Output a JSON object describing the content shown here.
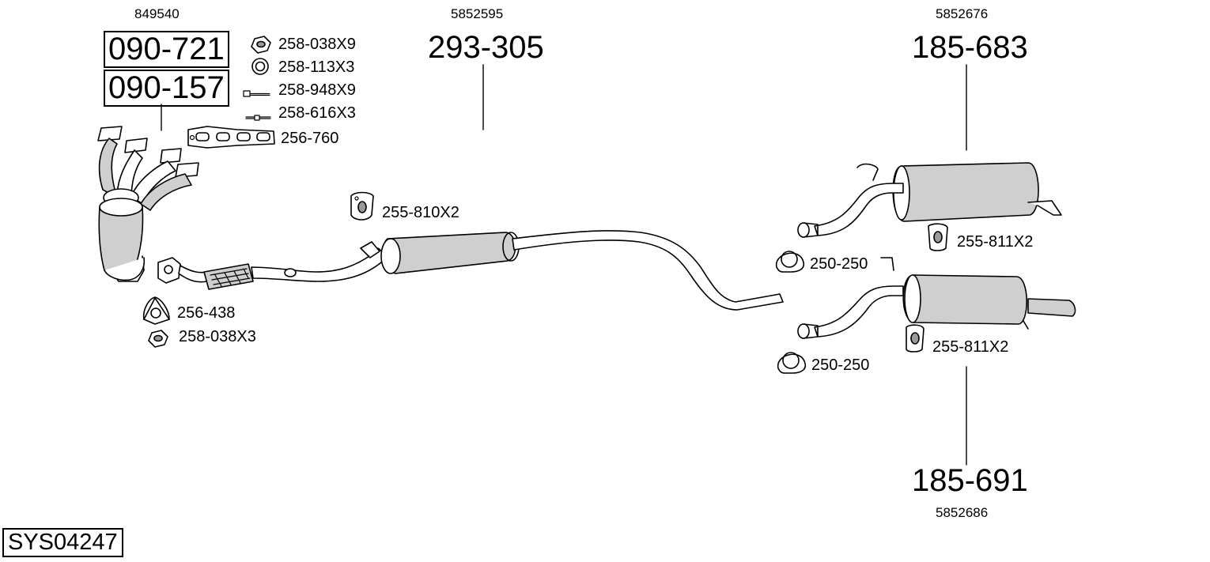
{
  "system_code": "SYS04247",
  "parts": {
    "front": {
      "oem_ref": "849540",
      "part_numbers": [
        "090-721",
        "090-157"
      ]
    },
    "fasteners": [
      {
        "label": "258-038X9",
        "icon": "hex-nut-icon"
      },
      {
        "label": "258-113X3",
        "icon": "washer-ring-icon"
      },
      {
        "label": "258-948X9",
        "icon": "bolt-icon"
      },
      {
        "label": "258-616X3",
        "icon": "stud-icon"
      },
      {
        "label": "256-760",
        "icon": "manifold-gasket-icon"
      }
    ],
    "front_fittings": [
      {
        "label": "256-438",
        "icon": "flange-gasket-icon"
      },
      {
        "label": "258-038X3",
        "icon": "hex-nut-icon"
      }
    ],
    "middle": {
      "oem_ref": "5852595",
      "part_number": "293-305",
      "hanger": {
        "label": "255-810X2",
        "icon": "rubber-hanger-icon"
      }
    },
    "rear_upper": {
      "oem_ref": "5852676",
      "part_number": "185-683",
      "hanger": {
        "label": "255-811X2",
        "icon": "rubber-hanger-icon"
      },
      "clamp": {
        "label": "250-250",
        "icon": "pipe-clamp-icon"
      }
    },
    "rear_lower": {
      "oem_ref": "5852686",
      "part_number": "185-691",
      "hanger": {
        "label": "255-811X2",
        "icon": "rubber-hanger-icon"
      },
      "clamp": {
        "label": "250-250",
        "icon": "pipe-clamp-icon"
      }
    }
  }
}
